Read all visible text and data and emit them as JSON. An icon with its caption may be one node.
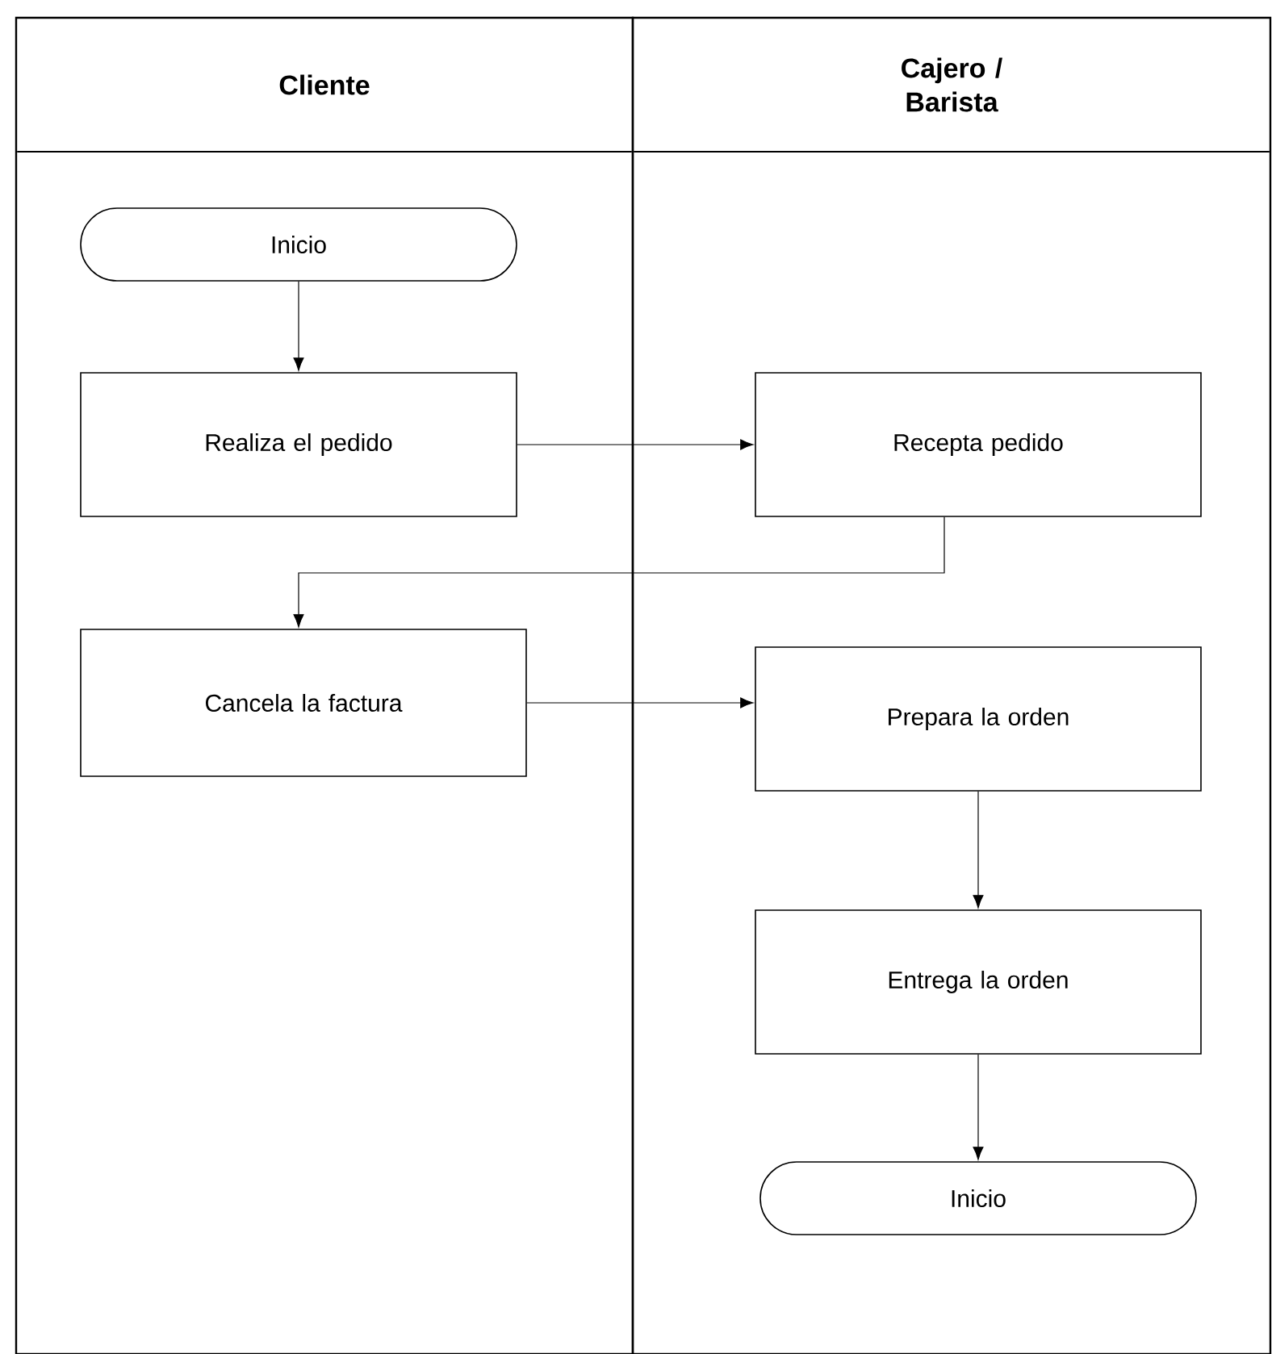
{
  "diagram": {
    "nodes": [
      {
        "text": [
          "Cliente"
        ]
      },
      {
        "text": [
          "Cajero / Barista"
        ]
      },
      {
        "text": [
          "Inicio"
        ],
        "in": 0
      },
      {
        "text": [
          "Realiza el pedido"
        ],
        "in": 0
      },
      {
        "text": [
          "Recepta pedido"
        ],
        "in": 1
      },
      {
        "text": [
          "Cancela la factura"
        ],
        "in": 0
      },
      {
        "text": [
          "Prepara la orden"
        ],
        "in": 1
      },
      {
        "text": [
          "Entrega la orden"
        ],
        "in": 1
      },
      {
        "text": [
          "Inicio"
        ],
        "in": 1
      }
    ],
    "edges": [
      {
        "from": 2,
        "to": 3,
        "arrow": "to"
      },
      {
        "from": 3,
        "to": 4,
        "arrow": "to"
      },
      {
        "from": 4,
        "to": 5,
        "arrow": "to"
      },
      {
        "from": 5,
        "to": 6,
        "arrow": "to"
      },
      {
        "from": 6,
        "to": 7,
        "arrow": "to"
      },
      {
        "from": 7,
        "to": 8,
        "arrow": "to"
      }
    ]
  }
}
